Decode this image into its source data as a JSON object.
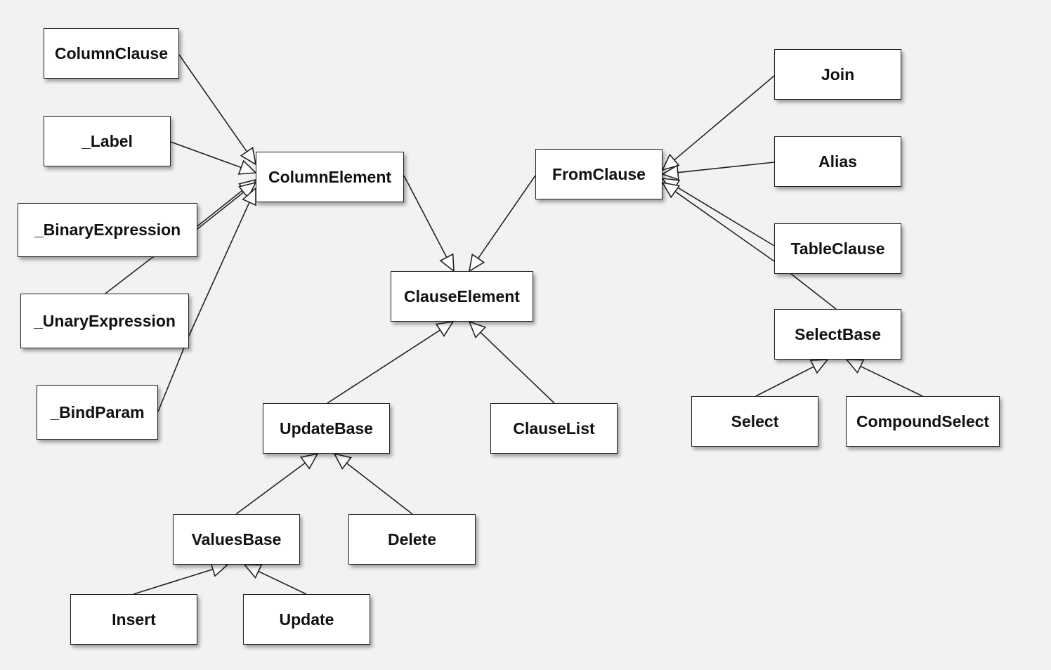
{
  "diagram": {
    "nodes": [
      {
        "id": "ColumnClause",
        "label": "ColumnClause"
      },
      {
        "id": "_Label",
        "label": "_Label"
      },
      {
        "id": "_BinaryExpression",
        "label": "_BinaryExpression"
      },
      {
        "id": "_UnaryExpression",
        "label": "_UnaryExpression"
      },
      {
        "id": "_BindParam",
        "label": "_BindParam"
      },
      {
        "id": "ColumnElement",
        "label": "ColumnElement"
      },
      {
        "id": "FromClause",
        "label": "FromClause"
      },
      {
        "id": "ClauseElement",
        "label": "ClauseElement"
      },
      {
        "id": "Join",
        "label": "Join"
      },
      {
        "id": "Alias",
        "label": "Alias"
      },
      {
        "id": "TableClause",
        "label": "TableClause"
      },
      {
        "id": "SelectBase",
        "label": "SelectBase"
      },
      {
        "id": "UpdateBase",
        "label": "UpdateBase"
      },
      {
        "id": "ClauseList",
        "label": "ClauseList"
      },
      {
        "id": "Select",
        "label": "Select"
      },
      {
        "id": "CompoundSelect",
        "label": "CompoundSelect"
      },
      {
        "id": "ValuesBase",
        "label": "ValuesBase"
      },
      {
        "id": "Delete",
        "label": "Delete"
      },
      {
        "id": "Insert",
        "label": "Insert"
      },
      {
        "id": "Update",
        "label": "Update"
      }
    ],
    "edges": [
      {
        "from": "ColumnClause",
        "to": "ColumnElement",
        "type": "inheritance"
      },
      {
        "from": "_Label",
        "to": "ColumnElement",
        "type": "inheritance"
      },
      {
        "from": "_BinaryExpression",
        "to": "ColumnElement",
        "type": "inheritance"
      },
      {
        "from": "_UnaryExpression",
        "to": "ColumnElement",
        "type": "inheritance"
      },
      {
        "from": "_BindParam",
        "to": "ColumnElement",
        "type": "inheritance"
      },
      {
        "from": "ColumnElement",
        "to": "ClauseElement",
        "type": "inheritance"
      },
      {
        "from": "FromClause",
        "to": "ClauseElement",
        "type": "inheritance"
      },
      {
        "from": "Join",
        "to": "FromClause",
        "type": "inheritance"
      },
      {
        "from": "Alias",
        "to": "FromClause",
        "type": "inheritance"
      },
      {
        "from": "TableClause",
        "to": "FromClause",
        "type": "inheritance"
      },
      {
        "from": "SelectBase",
        "to": "FromClause",
        "type": "inheritance"
      },
      {
        "from": "UpdateBase",
        "to": "ClauseElement",
        "type": "inheritance"
      },
      {
        "from": "ClauseList",
        "to": "ClauseElement",
        "type": "inheritance"
      },
      {
        "from": "Select",
        "to": "SelectBase",
        "type": "inheritance"
      },
      {
        "from": "CompoundSelect",
        "to": "SelectBase",
        "type": "inheritance"
      },
      {
        "from": "ValuesBase",
        "to": "UpdateBase",
        "type": "inheritance"
      },
      {
        "from": "Delete",
        "to": "UpdateBase",
        "type": "inheritance"
      },
      {
        "from": "Insert",
        "to": "ValuesBase",
        "type": "inheritance"
      },
      {
        "from": "Update",
        "to": "ValuesBase",
        "type": "inheritance"
      }
    ]
  }
}
